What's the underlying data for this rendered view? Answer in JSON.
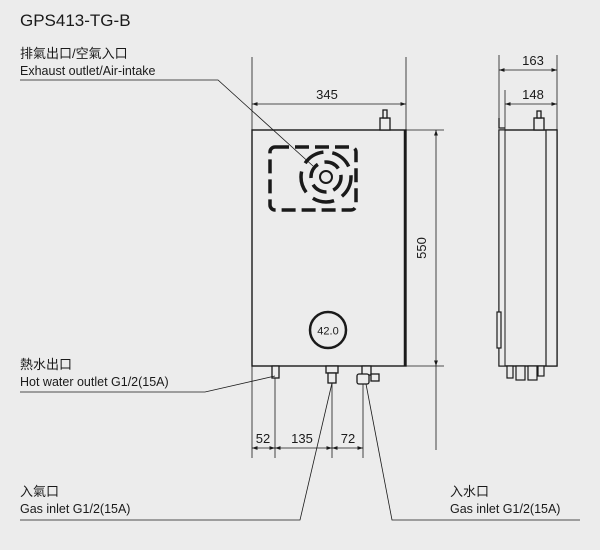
{
  "model": "GPS413-TG-B",
  "callouts": {
    "exhaust_zh": "排氣出口/空氣入口",
    "exhaust_en": "Exhaust outlet/Air-intake",
    "hotwater_zh": "熱水出口",
    "hotwater_en": "Hot water outlet G1/2(15A)",
    "gas_zh": "入氣口",
    "gas_en": "Gas inlet G1/2(15A)",
    "water_zh": "入水口",
    "water_en": "Gas inlet G1/2(15A)"
  },
  "display_value": "42.0",
  "dimensions": {
    "front_width": "345",
    "height": "550",
    "side_depth_outer": "163",
    "side_depth_inner": "148",
    "bottom_left": "52",
    "bottom_mid": "135",
    "bottom_right": "72"
  }
}
